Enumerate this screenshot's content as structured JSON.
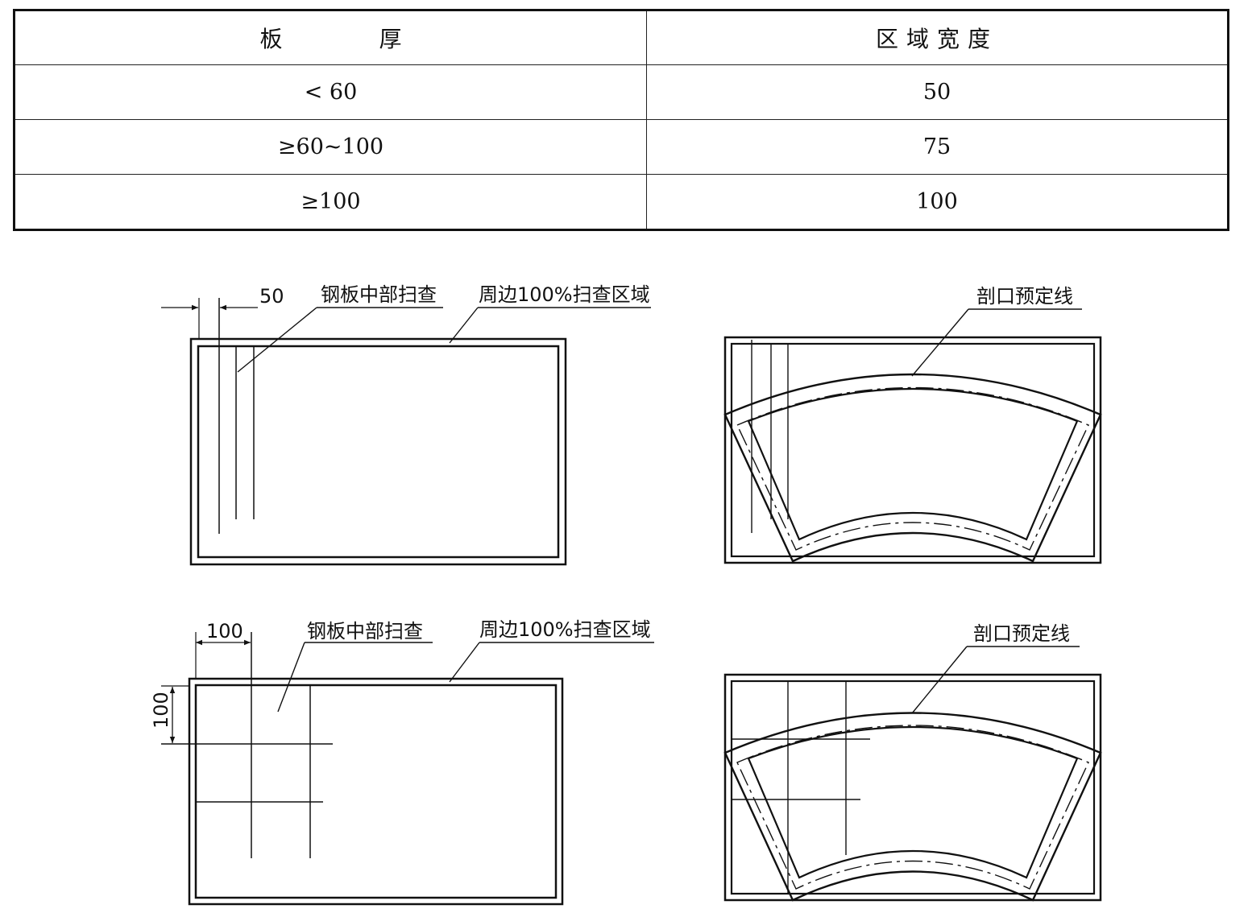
{
  "table": {
    "headers": [
      "板　厚",
      "区域宽度"
    ],
    "rows": [
      [
        "< 60",
        "50"
      ],
      [
        "≥60~100",
        "75"
      ],
      [
        "≥100",
        "100"
      ]
    ]
  },
  "figures": {
    "top_left": {
      "dim_value": "50",
      "label_center": "钢板中部扫查",
      "label_edge": "周边100%扫查区域"
    },
    "top_right": {
      "label_cut": "剖口预定线"
    },
    "bottom_left": {
      "dim_horizontal": "100",
      "dim_vertical": "100",
      "label_center": "钢板中部扫查",
      "label_edge": "周边100%扫查区域"
    },
    "bottom_right": {
      "label_cut": "剖口预定线"
    }
  }
}
